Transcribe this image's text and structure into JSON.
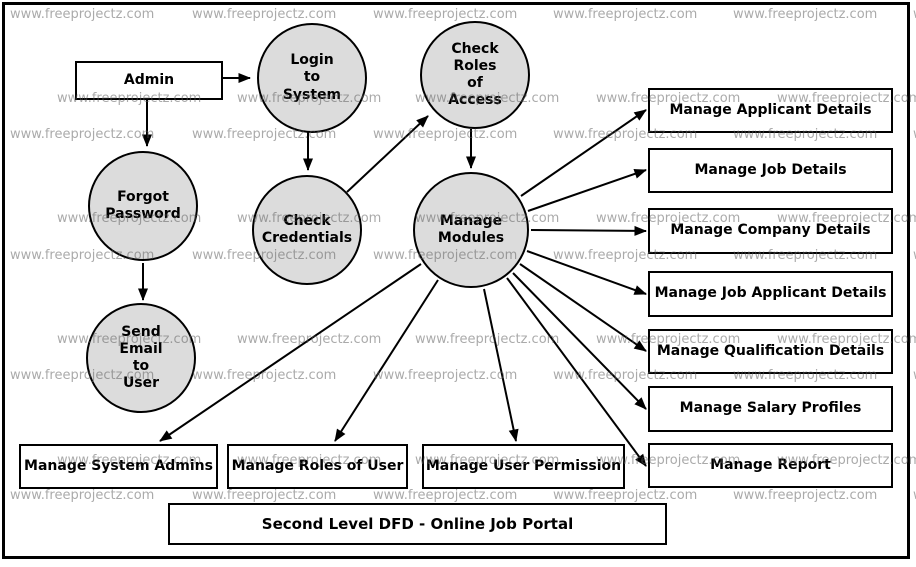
{
  "diagram_title": "Second Level DFD - Online Job Portal",
  "watermark_text": "www.freeprojectz.com",
  "entities": {
    "admin": "Admin"
  },
  "processes": {
    "login": "Login\nto\nSystem",
    "check_roles": "Check\nRoles\nof\nAccess",
    "forgot_password": "Forgot\nPassword",
    "check_credentials": "Check\nCredentials",
    "manage_modules": "Manage\nModules",
    "send_email": "Send\nEmail\nto\nUser"
  },
  "datastores": {
    "applicant": "Manage Applicant Details",
    "job": "Manage Job Details",
    "company": "Manage Company Details",
    "job_applicant": "Manage Job Applicant Details",
    "qualification": "Manage Qualification Details",
    "salary": "Manage Salary Profiles",
    "report": "Manage Report",
    "system_admins": "Manage System Admins",
    "roles_user": "Manage Roles of User",
    "user_permission": "Manage User Permission"
  },
  "colors": {
    "process_fill": "#dcdcdc",
    "stroke": "#000000",
    "background": "#ffffff",
    "watermark": "#9a9a9a"
  }
}
